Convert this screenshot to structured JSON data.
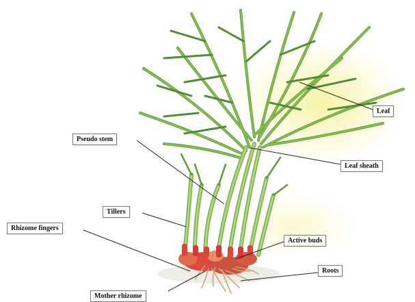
{
  "labels": {
    "leaf": "Leaf",
    "pseudo_stem": "Pseudo stem",
    "leaf_sheath": "Leaf sheath",
    "tillers": "Tillers",
    "rhizome_fingers": "Rhizome fingers",
    "active_buds": "Active buds",
    "roots": "Roots",
    "mother_rhizome": "Mother rhizome"
  },
  "colors": {
    "leaf_light": "#7fb84a",
    "leaf_dark": "#3e7a2a",
    "stem": "#9cc66b",
    "rhizome": "#d94a3a",
    "root": "#c8a879",
    "glow": "#f5f0a0"
  }
}
